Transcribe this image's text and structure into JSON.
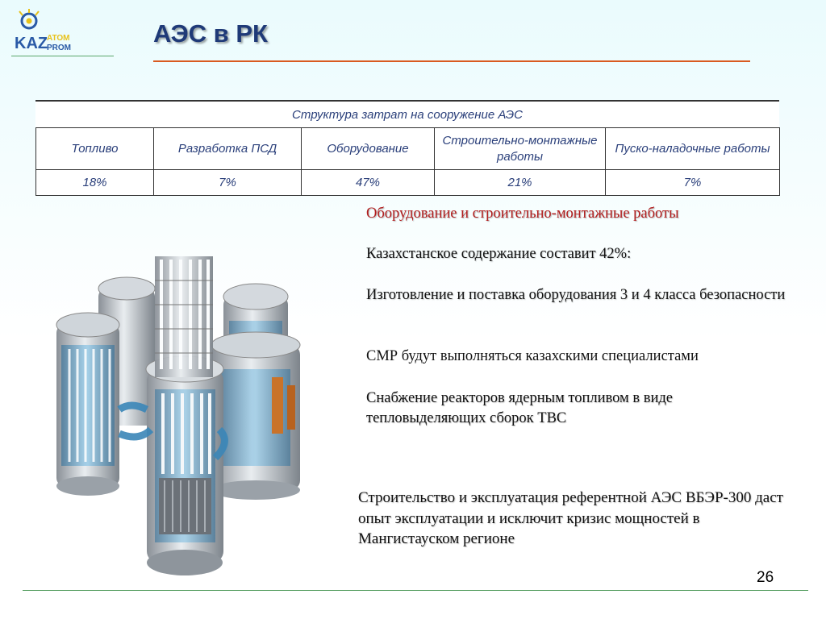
{
  "logo": {
    "text_line1": "KAZ",
    "text_line2": "PROM",
    "accent_text": "ATOM"
  },
  "title": "АЭС в РК",
  "table": {
    "caption": "Структура затрат на сооружение АЭС",
    "headers": [
      "Топливо",
      "Разработка ПСД",
      "Оборудование",
      "Строительно-монтажные работы",
      "Пуско-наладочные работы"
    ],
    "values": [
      "18%",
      "7%",
      "47%",
      "21%",
      "7%"
    ]
  },
  "bullets": {
    "heading": "Оборудование и строительно-монтажные работы",
    "items": [
      "Казахстанское содержание составит 42%:",
      "Изготовление и поставка оборудования 3 и 4 класса безопасности",
      "СМР будут выполняться казахскими специалистами",
      "Снабжение реакторов ядерным топливом в виде тепловыделяющих сборок ТВС"
    ]
  },
  "bottom_note": "Строительство и эксплуатация референтной АЭС ВБЭР-300 даст опыт эксплуатации и исключит кризис мощностей в Мангистауском регионе",
  "page_number": "26",
  "colors": {
    "title": "#1f3a78",
    "title_rule": "#d95a20",
    "table_text": "#2a3f7a",
    "heading_red": "#b21e1e",
    "footer_line": "#4e9a5a",
    "logo_blue": "#2a5aa6",
    "logo_yellow": "#e8c21a"
  }
}
